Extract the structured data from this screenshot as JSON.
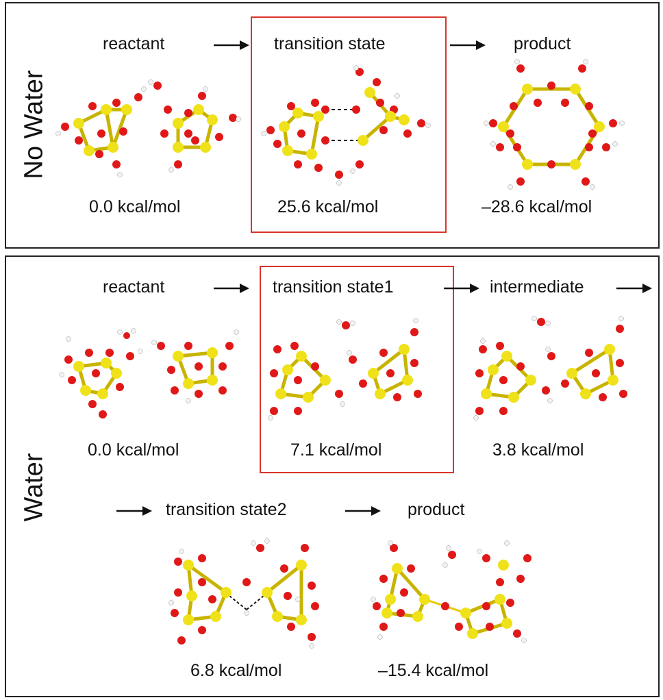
{
  "colors": {
    "border": "#222222",
    "highlight": "#d9342b",
    "silicon": "#f0e21a",
    "oxygen": "#e01818",
    "hydrogen": "#f2f2f2",
    "bond": "#c8b400"
  },
  "panels": [
    {
      "title": "No Water",
      "steps": [
        {
          "label": "reactant",
          "energy": "0.0 kcal/mol"
        },
        {
          "label": "transition state",
          "energy": "25.6 kcal/mol"
        },
        {
          "label": "product",
          "energy": "–28.6 kcal/mol"
        }
      ]
    },
    {
      "title": "Water",
      "steps": [
        {
          "label": "reactant",
          "energy": "0.0 kcal/mol"
        },
        {
          "label": "transition state1",
          "energy": "7.1 kcal/mol"
        },
        {
          "label": "intermediate",
          "energy": "3.8 kcal/mol"
        },
        {
          "label": "transition state2",
          "energy": "6.8 kcal/mol"
        },
        {
          "label": "product",
          "energy": "–15.4 kcal/mol"
        }
      ]
    }
  ]
}
